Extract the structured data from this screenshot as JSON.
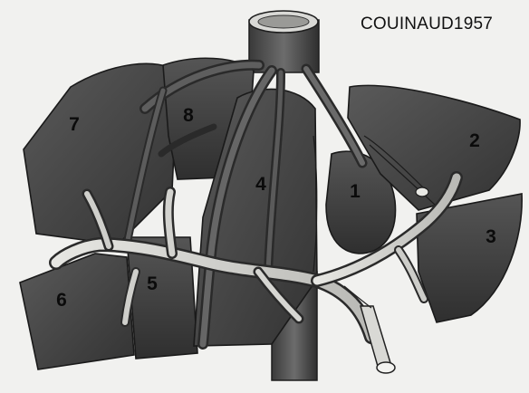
{
  "title": "COUINAUD1957",
  "segments": [
    {
      "label": "1"
    },
    {
      "label": "2"
    },
    {
      "label": "3"
    },
    {
      "label": "4"
    },
    {
      "label": "5"
    },
    {
      "label": "6"
    },
    {
      "label": "7"
    },
    {
      "label": "8"
    }
  ],
  "colors": {
    "background": "#f1f1ef",
    "parenchyma": "#4a4a4a",
    "parenchyma_dark": "#2e2e2e",
    "vessel_light": "#cfcfcb",
    "vessel_dark": "#6a6a6a"
  }
}
